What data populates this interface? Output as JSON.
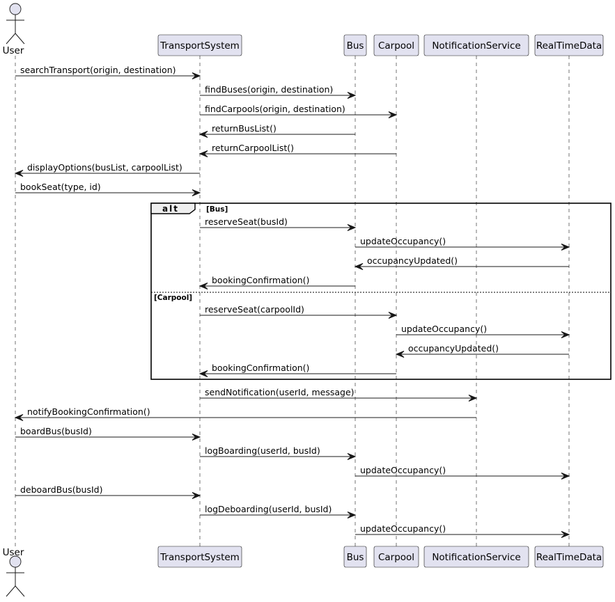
{
  "participants": [
    {
      "id": "user",
      "label": "User",
      "kind": "actor"
    },
    {
      "id": "ts",
      "label": "TransportSystem",
      "kind": "participant"
    },
    {
      "id": "bus",
      "label": "Bus",
      "kind": "participant"
    },
    {
      "id": "carpool",
      "label": "Carpool",
      "kind": "participant"
    },
    {
      "id": "ns",
      "label": "NotificationService",
      "kind": "participant"
    },
    {
      "id": "rtd",
      "label": "RealTimeData",
      "kind": "participant"
    }
  ],
  "messages": [
    {
      "from": "user",
      "to": "ts",
      "label": "searchTransport(origin, destination)"
    },
    {
      "from": "ts",
      "to": "bus",
      "label": "findBuses(origin, destination)"
    },
    {
      "from": "ts",
      "to": "carpool",
      "label": "findCarpools(origin, destination)"
    },
    {
      "from": "bus",
      "to": "ts",
      "label": "returnBusList()"
    },
    {
      "from": "carpool",
      "to": "ts",
      "label": "returnCarpoolList()"
    },
    {
      "from": "ts",
      "to": "user",
      "label": "displayOptions(busList, carpoolList)"
    },
    {
      "from": "user",
      "to": "ts",
      "label": "bookSeat(type, id)"
    },
    {
      "from": "ts",
      "to": "bus",
      "label": "reserveSeat(busId)"
    },
    {
      "from": "bus",
      "to": "rtd",
      "label": "updateOccupancy()"
    },
    {
      "from": "rtd",
      "to": "bus",
      "label": "occupancyUpdated()"
    },
    {
      "from": "bus",
      "to": "ts",
      "label": "bookingConfirmation()"
    },
    {
      "from": "ts",
      "to": "carpool",
      "label": "reserveSeat(carpoolId)"
    },
    {
      "from": "carpool",
      "to": "rtd",
      "label": "updateOccupancy()"
    },
    {
      "from": "rtd",
      "to": "carpool",
      "label": "occupancyUpdated()"
    },
    {
      "from": "carpool",
      "to": "ts",
      "label": "bookingConfirmation()"
    },
    {
      "from": "ts",
      "to": "ns",
      "label": "sendNotification(userId, message)"
    },
    {
      "from": "ns",
      "to": "user",
      "label": "notifyBookingConfirmation()"
    },
    {
      "from": "user",
      "to": "ts",
      "label": "boardBus(busId)"
    },
    {
      "from": "ts",
      "to": "bus",
      "label": "logBoarding(userId, busId)"
    },
    {
      "from": "bus",
      "to": "rtd",
      "label": "updateOccupancy()"
    },
    {
      "from": "user",
      "to": "ts",
      "label": "deboardBus(busId)"
    },
    {
      "from": "ts",
      "to": "bus",
      "label": "logDeboarding(userId, busId)"
    },
    {
      "from": "bus",
      "to": "rtd",
      "label": "updateOccupancy()"
    }
  ],
  "fragment": {
    "keyword": "alt",
    "first_guard": "[Bus]",
    "second_guard": "[Carpool]",
    "first_message_index": 7,
    "else_message_index": 11,
    "last_message_index": 14
  }
}
